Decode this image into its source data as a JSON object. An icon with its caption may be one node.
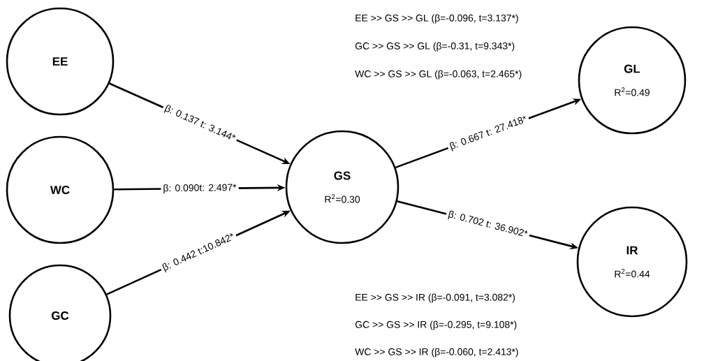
{
  "diagram": {
    "nodes": [
      {
        "text": [
          "EE"
        ]
      },
      {
        "text": [
          "WC"
        ]
      },
      {
        "text": [
          "GC"
        ]
      },
      {
        "text": [
          "GS",
          "R$^{2}$=0.30"
        ]
      },
      {
        "text": [
          "GL",
          "R$^{2}$=0.49"
        ]
      },
      {
        "text": [
          "IR",
          "R$^{2}$=0.44"
        ]
      }
    ],
    "edges": [
      {
        "from": 0,
        "to": 3,
        "arrow": "to",
        "label": "β: 0.137 t: 3.144*"
      },
      {
        "from": 1,
        "to": 3,
        "arrow": "to",
        "label": "β: 0.090t: 2.497*"
      },
      {
        "from": 2,
        "to": 3,
        "arrow": "to",
        "label": "β: 0.442 t:10.842*"
      },
      {
        "from": 3,
        "to": 4,
        "arrow": "to",
        "label": "β: 0.667 t: 27.418*"
      },
      {
        "from": 3,
        "to": 5,
        "arrow": "to",
        "label": "β: 0.702 t: 36.902*"
      }
    ],
    "labels": [
      "EE >> GS >> GL (β=-0.096, t=3.137*)",
      "GC >> GS >> GL (β=-0.31, t=9.343*)",
      "WC >> GS >> GL (β=-0.063, t=2.465*)",
      "EE >> GS >> IR (β=-0.091, t=3.082*)",
      "GC >> GS >> IR (β=-0.295, t=9.108*)",
      "WC >> GS >> IR (β=-0.060, t=2.413*)"
    ]
  }
}
